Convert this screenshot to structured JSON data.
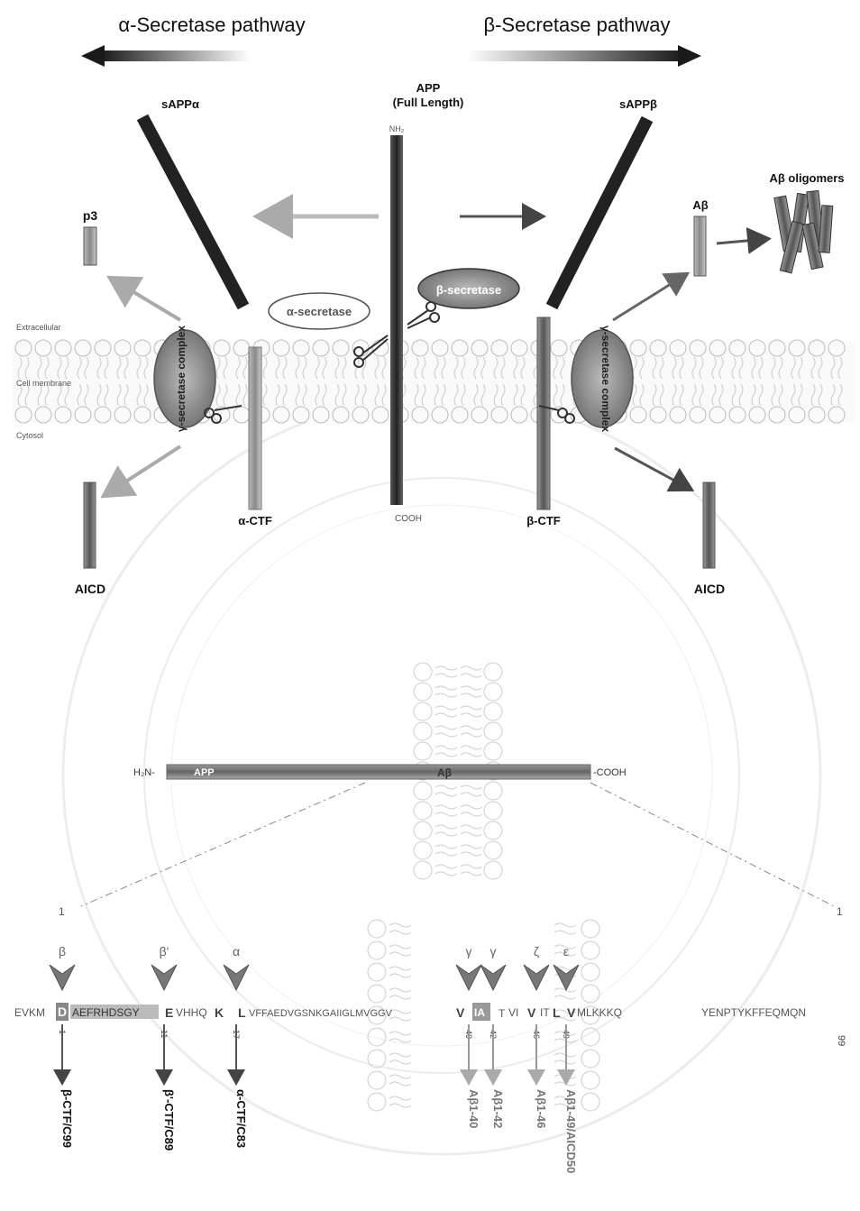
{
  "headers": {
    "alpha_pathway": "α-Secretase pathway",
    "beta_pathway": "β-Secretase pathway"
  },
  "labels": {
    "sappa": "sAPPα",
    "sappb": "sAPPβ",
    "app_line1": "APP",
    "app_line2": "(Full Length)",
    "nh2": "NH₂",
    "cooh": "COOH",
    "ab_oligomers": "Aβ oligomers",
    "ab": "Aβ",
    "p3": "p3",
    "extracellular": "Extracellular",
    "cell_membrane": "Cell membrane",
    "cytosol": "Cytosol",
    "alpha_secretase": "α-secretase",
    "beta_secretase": "β-secretase",
    "gamma_complex": "γ-secretase complex",
    "alpha_ctf": "α-CTF",
    "beta_ctf": "β-CTF",
    "aicd": "AICD"
  },
  "app_bar": {
    "left": "H₂N-",
    "app": "APP",
    "ab": "Aβ",
    "right": "-COOH"
  },
  "sequence": {
    "start_marker": "1",
    "end_marker": "1",
    "cleavage_sites": [
      "β",
      "β'",
      "α",
      "γ",
      "γ",
      "ζ",
      "ε"
    ],
    "segments": [
      "EVKM",
      "D",
      "AEFRHDSGY",
      "E",
      "VHHQ",
      "K",
      "L",
      "VFFAEDVGSNKGAIIGLMVGGV",
      "V",
      "IA",
      "T",
      "VI",
      "V",
      "IT",
      "L",
      "V",
      "MLKKKQ"
    ],
    "tail": "YENPTYKFFEQMQN",
    "positions": [
      "1",
      "11",
      "17",
      "40",
      "42",
      "46",
      "49"
    ],
    "tail_number": "99",
    "products": [
      "β-CTF/C99",
      "β'-CTF/C89",
      "α-CTF/C83",
      "Aβ1-40",
      "Aβ1-42",
      "Aβ1-46",
      "Aβ1-49/AICD50"
    ]
  }
}
